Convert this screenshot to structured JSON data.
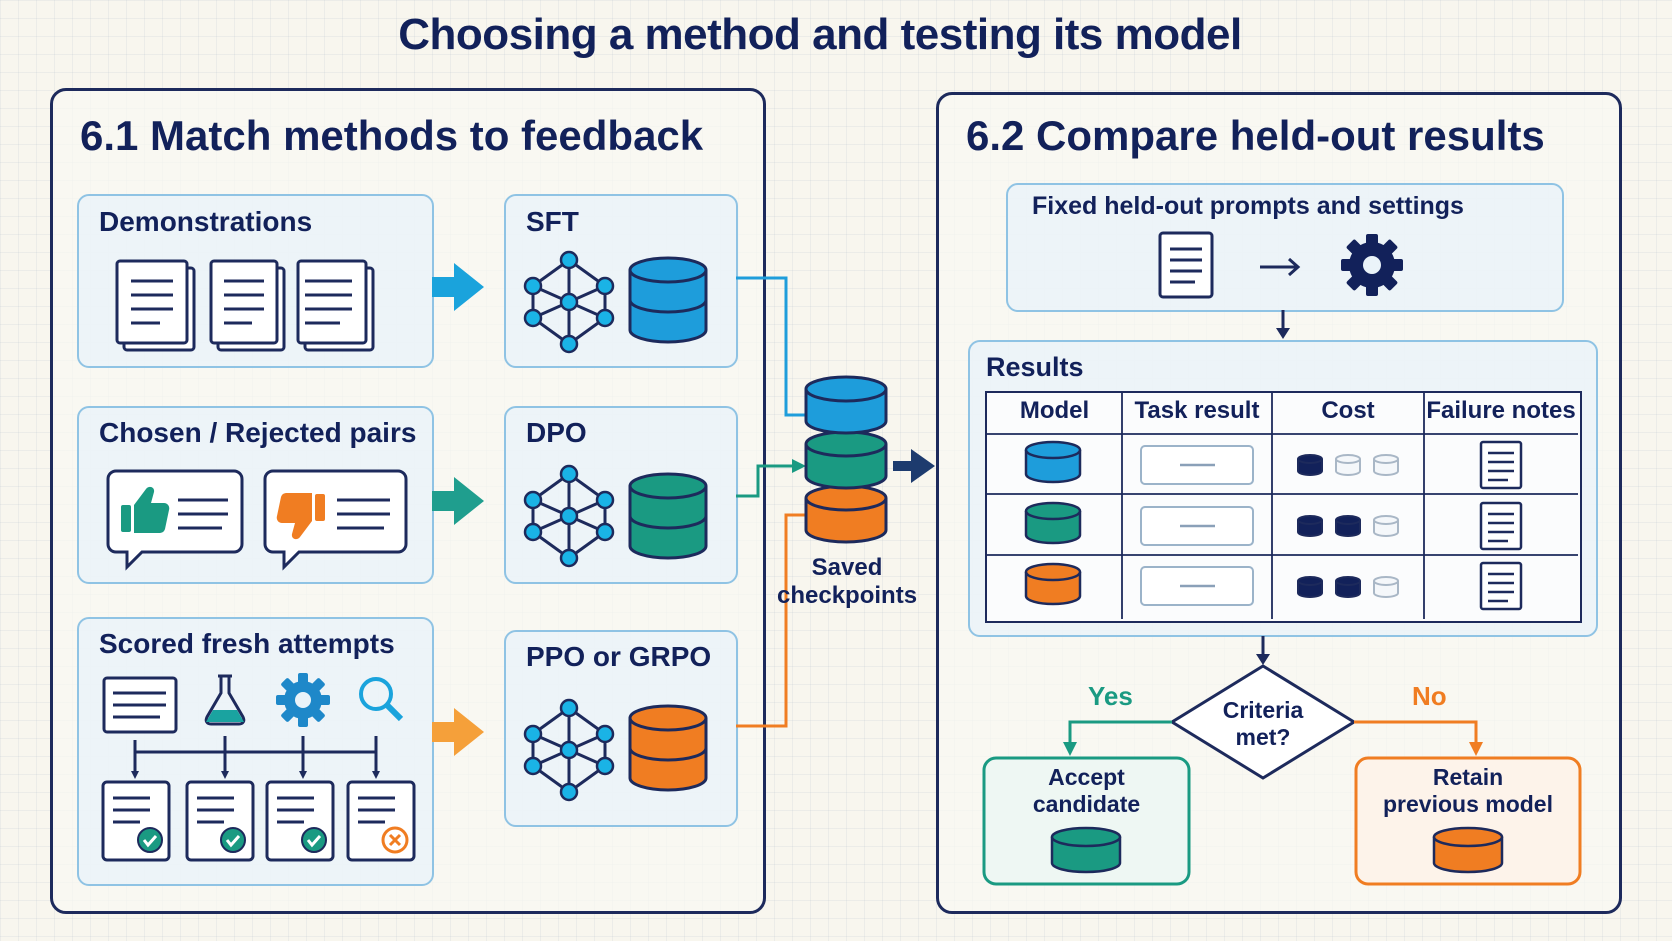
{
  "title": "Choosing a method and testing its model",
  "left_panel": {
    "title": "6.1  Match methods to feedback",
    "feedback": [
      {
        "label": "Demonstrations",
        "arrow_color": "#1aa3dc"
      },
      {
        "label": "Chosen / Rejected pairs",
        "arrow_color": "#1f9e8e"
      },
      {
        "label": "Scored fresh attempts",
        "arrow_color": "#f5a03a"
      }
    ],
    "methods": [
      {
        "label": "SFT",
        "color": "#1e9ddb"
      },
      {
        "label": "DPO",
        "color": "#1a9a82"
      },
      {
        "label": "PPO or GRPO",
        "color": "#f07d22"
      }
    ],
    "icons": [
      "document-stack-icon",
      "thumbs-up-icon",
      "thumbs-down-icon",
      "flask-icon",
      "gear-icon",
      "magnifier-icon",
      "check-icon",
      "cross-icon",
      "network-icon",
      "database-icon"
    ]
  },
  "checkpoints": {
    "label_line1": "Saved",
    "label_line2": "checkpoints"
  },
  "right_panel": {
    "title": "6.2  Compare held-out results",
    "fixed_label": "Fixed held-out prompts and settings",
    "results_label": "Results",
    "table": {
      "headers": [
        "Model",
        "Task result",
        "Cost",
        "Failure notes"
      ],
      "rows": [
        {
          "model_color": "#1e9ddb",
          "cost_filled": 1
        },
        {
          "model_color": "#1a9a82",
          "cost_filled": 2
        },
        {
          "model_color": "#f07d22",
          "cost_filled": 2
        }
      ]
    },
    "decision": {
      "question_line1": "Criteria",
      "question_line2": "met?",
      "yes_label": "Yes",
      "no_label": "No",
      "accept_line1": "Accept",
      "accept_line2": "candidate",
      "retain_line1": "Retain",
      "retain_line2": "previous model"
    }
  },
  "colors": {
    "navy": "#12215a",
    "blue": "#1e9ddb",
    "teal": "#1a9a82",
    "orange": "#f07d22",
    "box_border": "#8fc3e4"
  }
}
